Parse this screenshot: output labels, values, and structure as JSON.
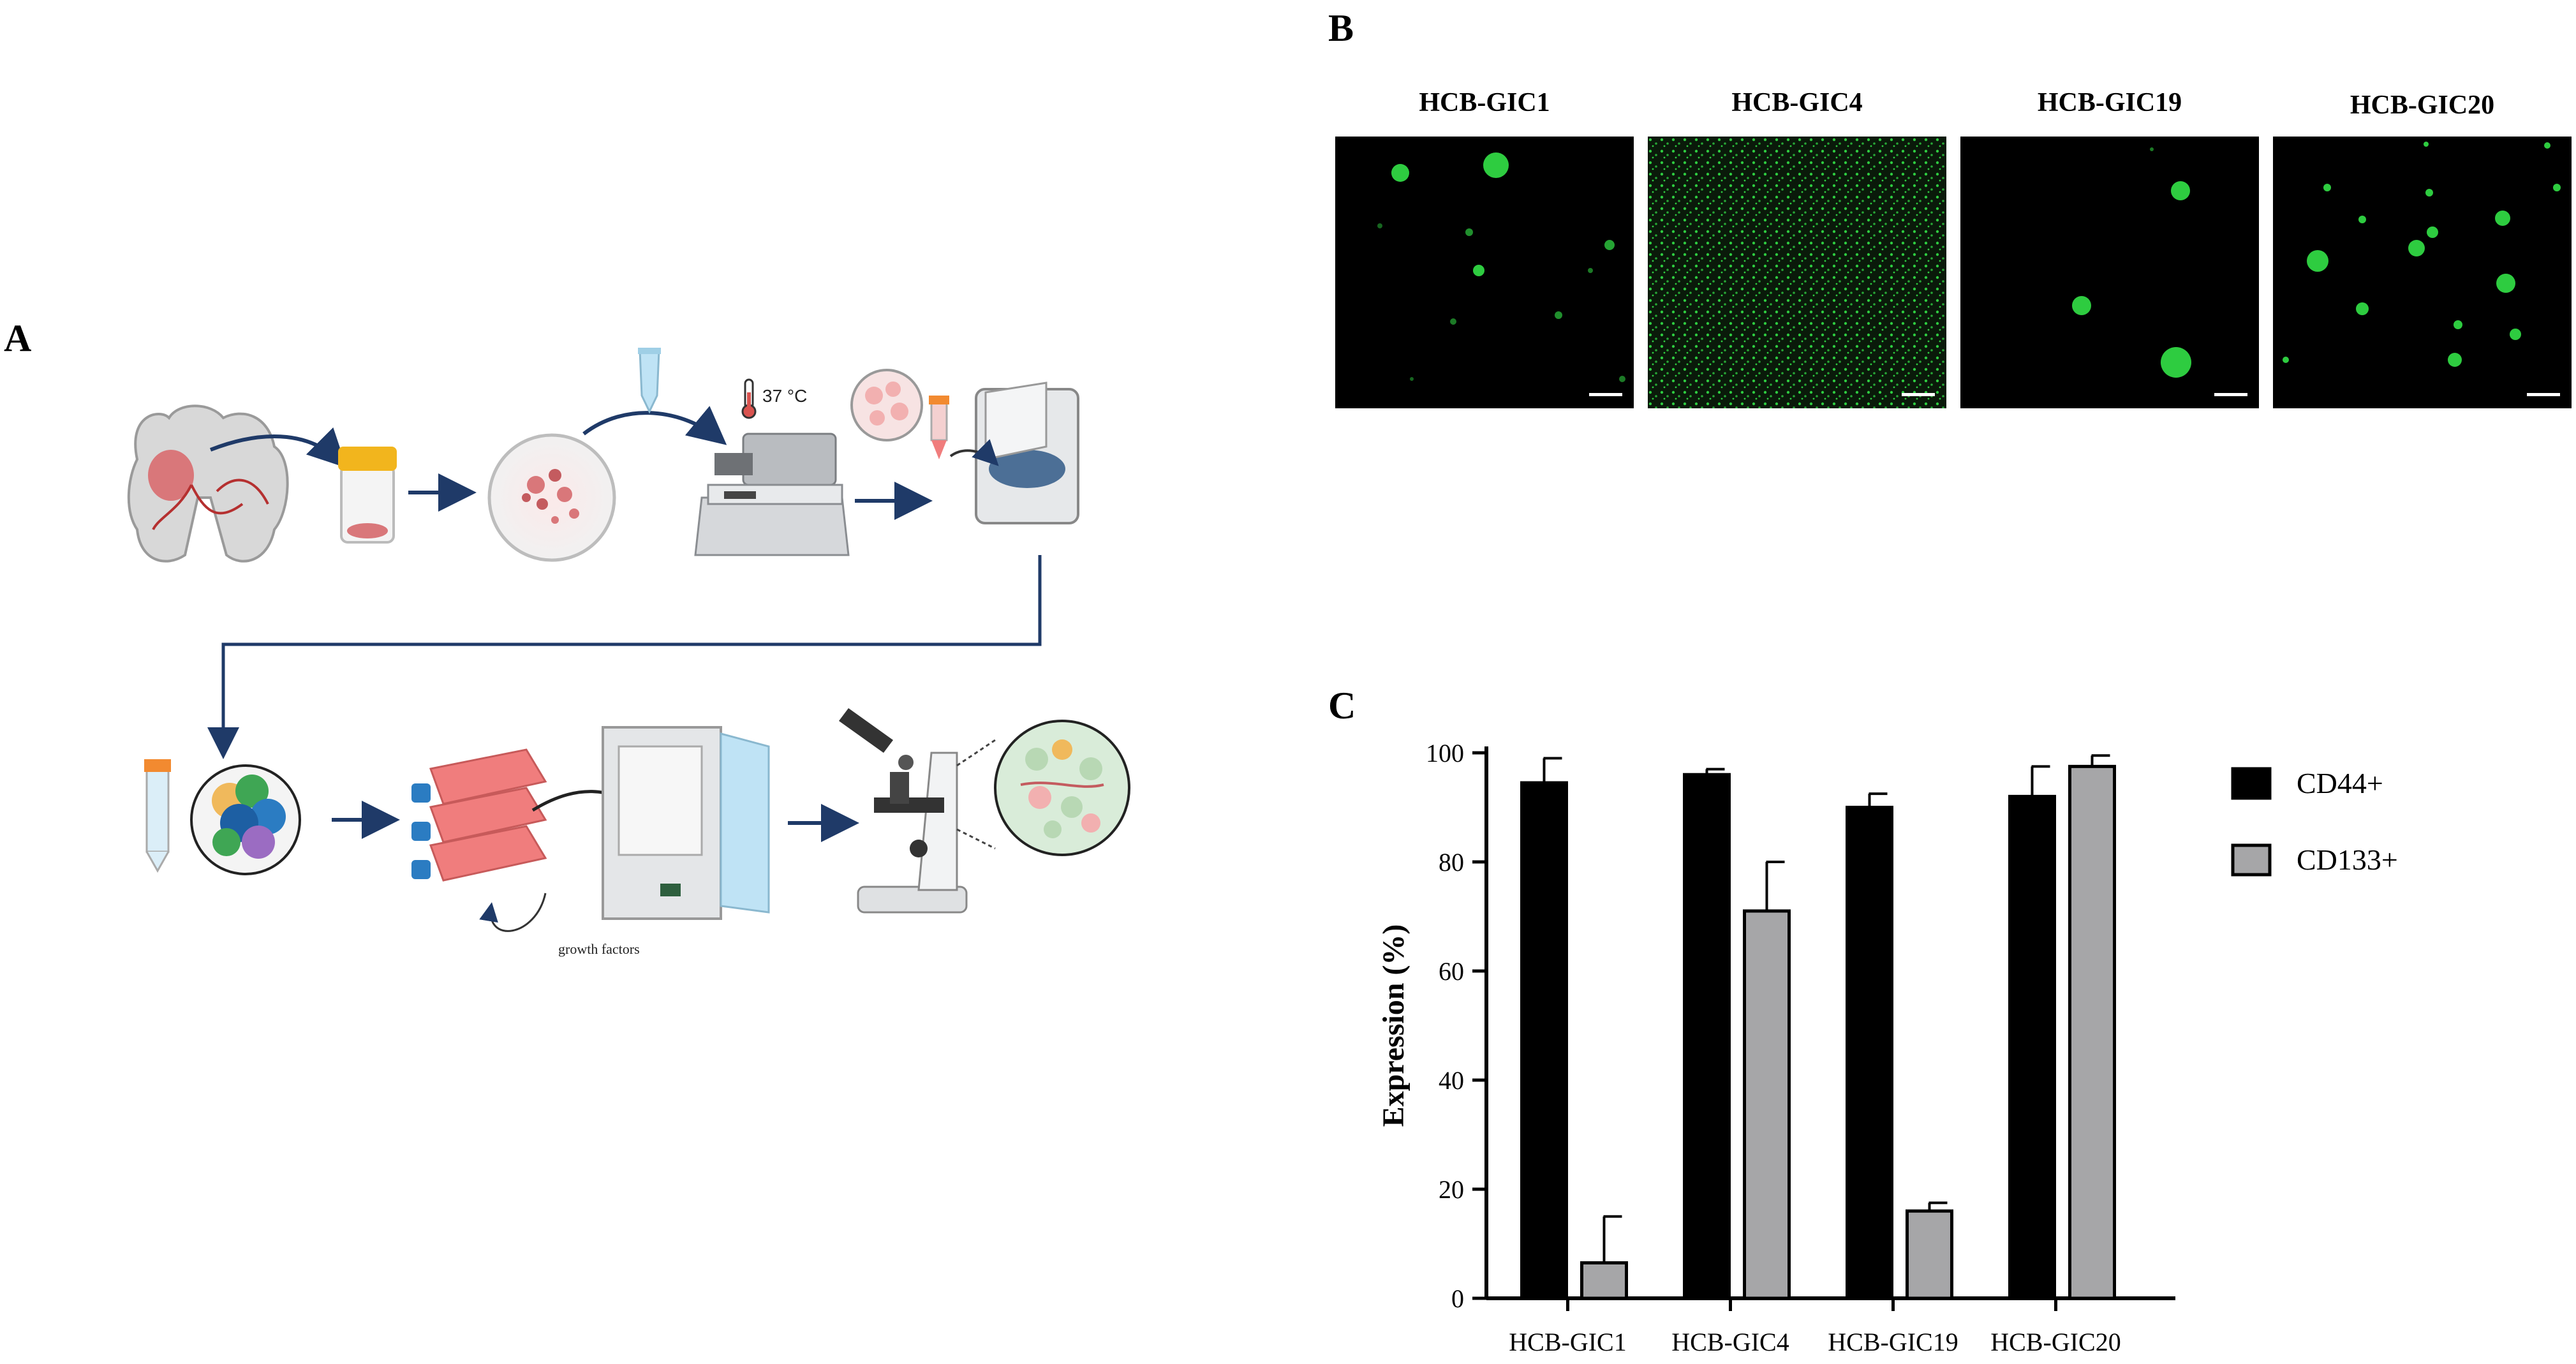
{
  "panels": {
    "a_label": "A",
    "b_label": "B",
    "c_label": "C"
  },
  "schematic": {
    "temperature_label": "37 °C",
    "growth_factors_label": "growth factors",
    "colors": {
      "arrow": "#1f3a68",
      "tissue": "#d9777a",
      "brain": "#d8d8d8",
      "vessel": "#b53030",
      "lid_yellow": "#f2b51d",
      "flask": "#f07d7d",
      "cap_blue": "#2b7cc2",
      "device": "#e6e8ea"
    }
  },
  "micrographs": [
    {
      "title": "HCB-GIC1"
    },
    {
      "title": "HCB-GIC4"
    },
    {
      "title": "HCB-GIC19"
    },
    {
      "title": "HCB-GIC20"
    }
  ],
  "micro_colors": {
    "background": "#000000",
    "stain": "#2ecc40",
    "scale_bar": "#ffffff"
  },
  "chart_data": {
    "type": "bar",
    "categories": [
      "HCB-GIC1",
      "HCB-GIC4",
      "HCB-GIC19",
      "HCB-GIC20"
    ],
    "series": [
      {
        "name": "CD44+",
        "color": "#000000",
        "values": [
          94.5,
          96,
          90,
          92
        ],
        "errors": [
          4.5,
          1,
          2.5,
          5.5
        ]
      },
      {
        "name": "CD133+",
        "color": "#a6a6a8",
        "values": [
          6.5,
          71,
          16,
          97.5
        ],
        "errors": [
          8.5,
          9,
          1.5,
          2
        ]
      }
    ],
    "ylabel": "Expression (%)",
    "xlabel": "",
    "ylim": [
      0,
      100
    ],
    "yticks": [
      0,
      20,
      40,
      60,
      80,
      100
    ],
    "legend_position": "right",
    "grid": false
  }
}
